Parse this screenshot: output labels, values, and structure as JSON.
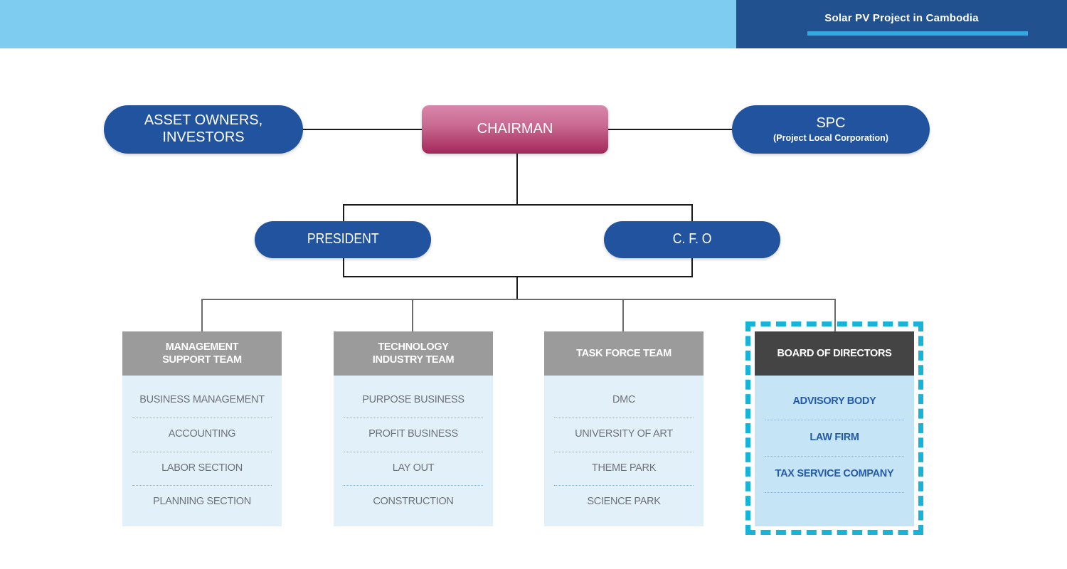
{
  "header": {
    "title": "Solar PV Project in Cambodia",
    "band_color": "#7ecdf0",
    "block_color": "#22518f",
    "underline_color": "#35a8e0"
  },
  "org_chart": {
    "top_nodes": [
      {
        "id": "asset-owners",
        "label_line1": "ASSET OWNERS,",
        "label_line2": "INVESTORS",
        "color": "#22539f"
      },
      {
        "id": "chairman",
        "label_line1": "CHAIRMAN",
        "label_line2": "",
        "color": "#a3275a"
      },
      {
        "id": "spc",
        "label_line1": "SPC",
        "label_line2": "(Project Local Corporation)",
        "color": "#22539f"
      }
    ],
    "exec_nodes": [
      {
        "id": "president",
        "label": "PRESIDENT",
        "color": "#22539f"
      },
      {
        "id": "cfo",
        "label": "C. F. O",
        "color": "#22539f"
      }
    ],
    "departments": [
      {
        "id": "management-support-team",
        "title_line1": "MANAGEMENT",
        "title_line2": "SUPPORT TEAM",
        "header_color": "#9b9b9b",
        "body_color": "#e2f0f9",
        "highlighted": false,
        "items": [
          "BUSINESS MANAGEMENT",
          "ACCOUNTING",
          "LABOR SECTION",
          "PLANNING SECTION"
        ]
      },
      {
        "id": "technology-industry-team",
        "title_line1": "TECHNOLOGY",
        "title_line2": "INDUSTRY TEAM",
        "header_color": "#9b9b9b",
        "body_color": "#e2f0f9",
        "highlighted": false,
        "items": [
          "PURPOSE BUSINESS",
          "PROFIT BUSINESS",
          "LAY OUT",
          "CONSTRUCTION"
        ]
      },
      {
        "id": "task-force-team",
        "title_line1": "TASK FORCE TEAM",
        "title_line2": "",
        "header_color": "#9b9b9b",
        "body_color": "#e2f0f9",
        "highlighted": false,
        "items": [
          "DMC",
          "UNIVERSITY OF ART",
          "THEME PARK",
          "SCIENCE PARK"
        ]
      },
      {
        "id": "board-of-directors",
        "title_line1": "BOARD OF DIRECTORS",
        "title_line2": "",
        "header_color": "#444444",
        "body_color": "#c5e4f5",
        "highlighted": true,
        "highlight_color": "#16b4d8",
        "items": [
          "ADVISORY BODY",
          "LAW FIRM",
          "TAX SERVICE COMPANY"
        ]
      }
    ]
  }
}
